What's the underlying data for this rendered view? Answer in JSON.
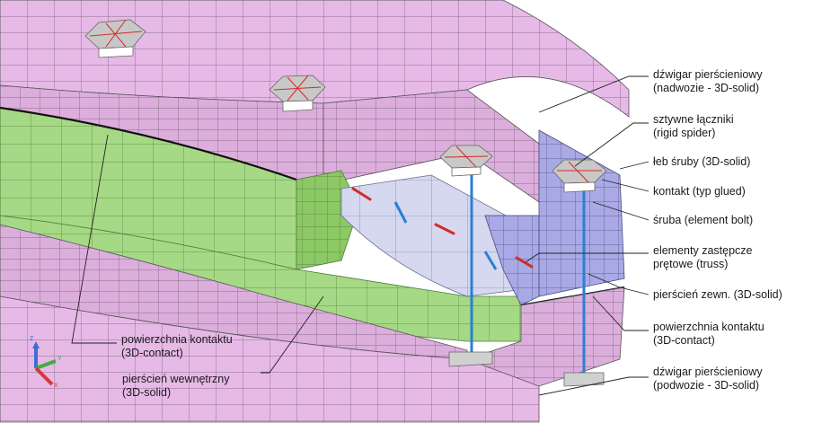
{
  "labels": {
    "top_girder": {
      "line1": "dźwigar pierścieniowy",
      "line2": "(nadwozie - 3D-solid)"
    },
    "rigid": {
      "line1": "sztywne łączniki",
      "line2": "(rigid spider)"
    },
    "bolt_head": {
      "line1": "łeb śruby (3D-solid)"
    },
    "contact_glued": {
      "line1": "kontakt (typ glued)"
    },
    "bolt": {
      "line1": "śruba (element bolt)"
    },
    "truss": {
      "line1": "elementy zastępcze",
      "line2": "prętowe (truss)"
    },
    "outer_ring": {
      "line1": "pierścień zewn. (3D-solid)"
    },
    "contact_surface_right": {
      "line1": "powierzchnia kontaktu",
      "line2": "(3D-contact)"
    },
    "bottom_girder": {
      "line1": "dźwigar pierścieniowy",
      "line2": "(podwozie - 3D-solid)"
    },
    "contact_surface_left": {
      "line1": "powierzchnia kontaktu",
      "line2": "(3D-contact)"
    },
    "inner_ring": {
      "line1": "pierścień wewnętrzny",
      "line2": "(3D-solid)"
    }
  },
  "triad": {
    "z": "Z",
    "y": "Y",
    "x": "X"
  },
  "colors": {
    "girder": "#e7b9e7",
    "girder_dark": "#d49fd4",
    "inner_ring": "#a6d985",
    "inner_ring_dark": "#86c25a",
    "outer_ring": "#a9a9e6",
    "truss_panel": "#d5d8ef",
    "bolt": "#2a7fd4",
    "truss_red": "#d42a2a",
    "bolt_head": "#c8c8c8",
    "mesh_line": "#555555"
  }
}
